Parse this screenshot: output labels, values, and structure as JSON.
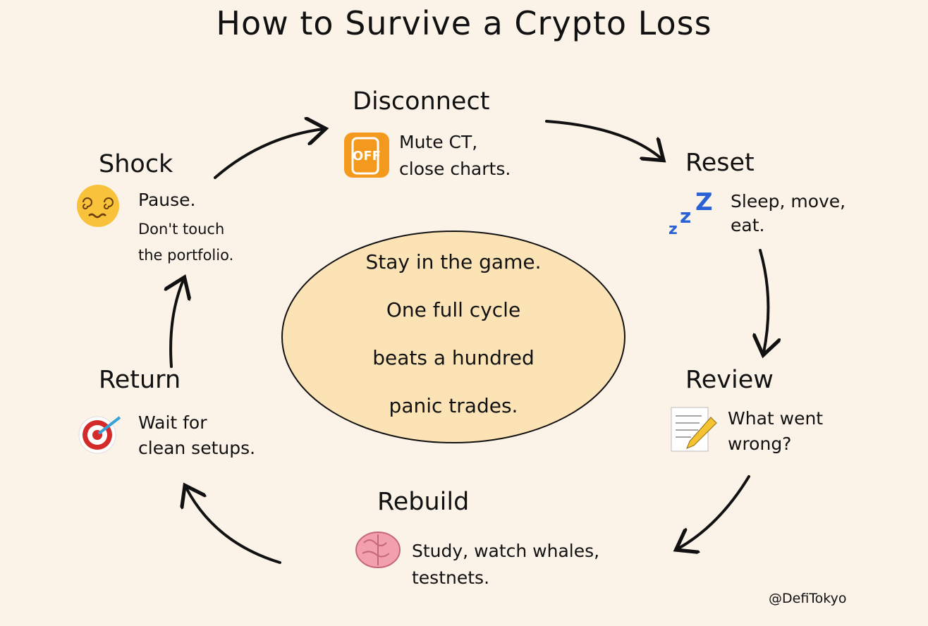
{
  "title": "How to Survive a Crypto Loss",
  "center_message": {
    "lines": [
      "Stay in the game.",
      "One full cycle",
      "beats a hundred",
      "panic trades."
    ]
  },
  "steps": [
    {
      "name": "Shock",
      "icon": "dizzy-face-icon",
      "lines": [
        "Pause."
      ],
      "sub_lines": [
        "Don't touch",
        "the portfolio."
      ]
    },
    {
      "name": "Disconnect",
      "icon": "phone-off-icon",
      "icon_text": "OFF",
      "lines": [
        "Mute CT,",
        "close charts."
      ]
    },
    {
      "name": "Reset",
      "icon": "zzz-sleep-icon",
      "lines": [
        "Sleep, move,",
        "eat."
      ]
    },
    {
      "name": "Review",
      "icon": "memo-pencil-icon",
      "lines": [
        "What went",
        "wrong?"
      ]
    },
    {
      "name": "Rebuild",
      "icon": "brain-icon",
      "lines": [
        "Study, watch whales,",
        "testnets."
      ]
    },
    {
      "name": "Return",
      "icon": "target-dart-icon",
      "lines": [
        "Wait for",
        "clean setups."
      ]
    }
  ],
  "credit": "@DefiTokyo",
  "colors": {
    "background": "#fcf3e8",
    "ellipse": "#fbe3b6",
    "ink": "#111111",
    "phone": "#f39a1e",
    "zzz": "#2a62d6",
    "target": "#d42a2a"
  }
}
